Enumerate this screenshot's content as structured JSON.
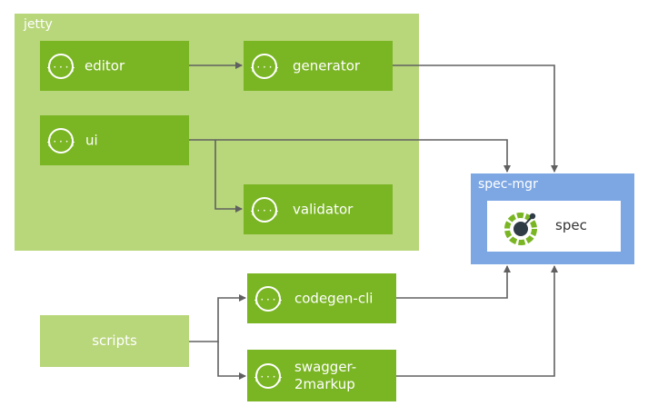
{
  "groups": {
    "jetty": {
      "label": "jetty"
    },
    "spec_mgr": {
      "label": "spec-mgr"
    }
  },
  "nodes": {
    "editor": {
      "label": "editor",
      "icon": "code-braces-icon"
    },
    "generator": {
      "label": "generator",
      "icon": "code-braces-icon"
    },
    "ui": {
      "label": "ui",
      "icon": "code-braces-icon"
    },
    "validator": {
      "label": "validator",
      "icon": "code-braces-icon"
    },
    "codegen_cli": {
      "label": "codegen-cli",
      "icon": "code-braces-icon"
    },
    "swagger2markup_1": "swagger-",
    "swagger2markup_2": "2markup",
    "scripts": {
      "label": "scripts"
    },
    "spec": {
      "label": "spec",
      "icon": "openapi-icon"
    }
  },
  "colors": {
    "service": "#7ab523",
    "group": "#b8d67a",
    "spec_group": "#7da7e3",
    "edge": "#606060"
  },
  "edges": [
    {
      "from": "editor",
      "to": "generator"
    },
    {
      "from": "generator",
      "to": "spec"
    },
    {
      "from": "ui",
      "to": "spec"
    },
    {
      "from": "ui",
      "to": "validator"
    },
    {
      "from": "scripts",
      "to": "codegen-cli"
    },
    {
      "from": "scripts",
      "to": "swagger-2markup"
    },
    {
      "from": "codegen-cli",
      "to": "spec"
    },
    {
      "from": "swagger-2markup",
      "to": "spec"
    }
  ]
}
